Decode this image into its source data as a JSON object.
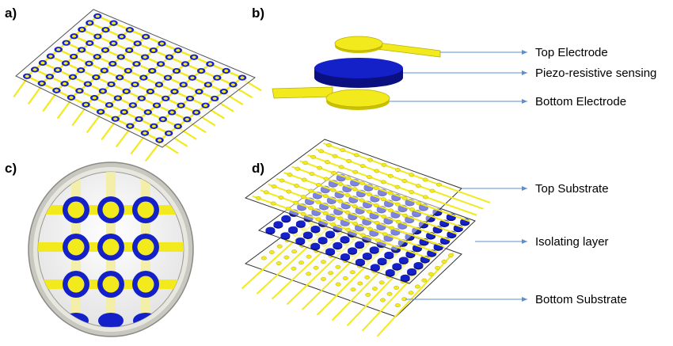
{
  "panels": {
    "a": {
      "label": "a)"
    },
    "b": {
      "label": "b)",
      "callouts": {
        "top_electrode": "Top Electrode",
        "sensing": "Piezo-resistive sensing",
        "bottom_electrode": "Bottom Electrode"
      }
    },
    "c": {
      "label": "c)"
    },
    "d": {
      "label": "d)",
      "callouts": {
        "top_substrate": "Top Substrate",
        "isolating_layer": "Isolating layer",
        "bottom_substrate": "Bottom Substrate"
      }
    }
  },
  "colors": {
    "electrode": "#f2ea1c",
    "electrode_edge": "#b9b000",
    "sensor": "#1420c8",
    "sensor_dark": "#0a1080",
    "arrow": "#5b8fd0",
    "frame": "#555555"
  },
  "icons": {
    "callout_arrow": "arrow-right-icon"
  }
}
